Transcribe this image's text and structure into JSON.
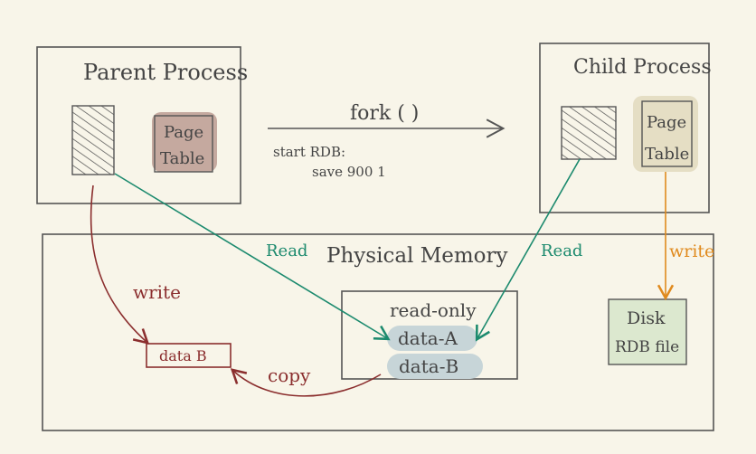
{
  "parent": {
    "title": "Parent Process",
    "page_table": [
      "Page",
      "Table"
    ]
  },
  "child": {
    "title": "Child Process",
    "page_table": [
      "Page",
      "Table"
    ]
  },
  "fork": {
    "label": "fork ( )",
    "cmd1": "start RDB:",
    "cmd2": "save 900 1"
  },
  "memory": {
    "title": "Physical Memory",
    "readonly": "read-only",
    "data_a": "data-A",
    "data_b": "data-B",
    "data_b_copy": "data B"
  },
  "arrows": {
    "parent_read": "Read",
    "child_read": "Read",
    "parent_write": "write",
    "child_write": "write",
    "copy": "copy"
  },
  "disk": {
    "line1": "Disk",
    "line2": "RDB file"
  },
  "colors": {
    "read": "#1c8a6e",
    "write_parent": "#8b2e2e",
    "write_child": "#e08a1e",
    "pagetable_parent": "#bfa197",
    "pagetable_child": "#e4dcc2",
    "data_pill": "#c7d5d8",
    "disk_fill": "#dce8cf"
  }
}
